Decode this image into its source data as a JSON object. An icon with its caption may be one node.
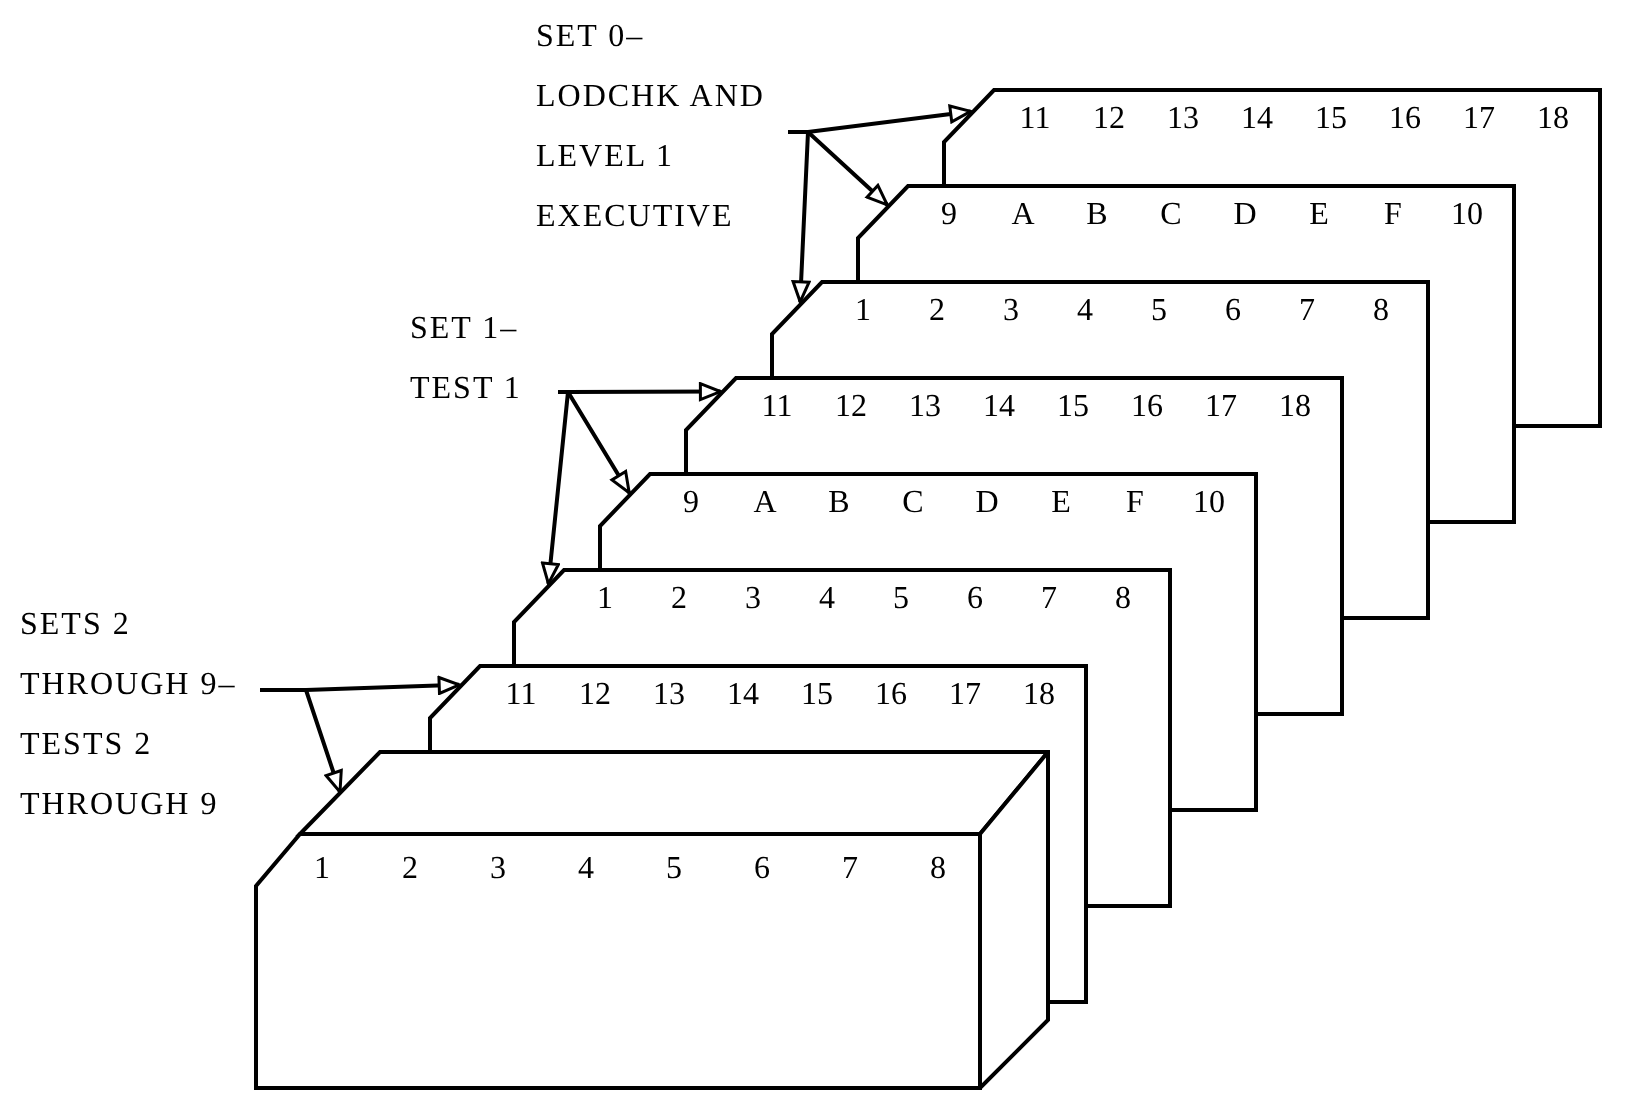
{
  "diagram": {
    "nodes": [
      {
        "text": [
          "SET 0– LODCHK AND LEVEL 1 EXECUTIVE"
        ]
      },
      {
        "text": [
          "11",
          "12",
          "13",
          "14",
          "15",
          "16",
          "17",
          "18"
        ]
      },
      {
        "text": [
          "9",
          "A",
          "B",
          "C",
          "D",
          "E",
          "F",
          "10"
        ]
      },
      {
        "text": [
          "1",
          "2",
          "3",
          "4",
          "5",
          "6",
          "7",
          "8"
        ]
      },
      {
        "text": [
          "SET 1– TEST 1"
        ]
      },
      {
        "text": [
          "11",
          "12",
          "13",
          "14",
          "15",
          "16",
          "17",
          "18"
        ]
      },
      {
        "text": [
          "9",
          "A",
          "B",
          "C",
          "D",
          "E",
          "F",
          "10"
        ]
      },
      {
        "text": [
          "1",
          "2",
          "3",
          "4",
          "5",
          "6",
          "7",
          "8"
        ]
      },
      {
        "text": [
          "SETS 2 THROUGH 9– TESTS 2 THROUGH 9"
        ]
      },
      {
        "text": [
          "11",
          "12",
          "13",
          "14",
          "15",
          "16",
          "17",
          "18"
        ]
      },
      {
        "text": [
          "1",
          "2",
          "3",
          "4",
          "5",
          "6",
          "7",
          "8"
        ]
      }
    ],
    "edges": [
      {
        "from": 0,
        "to": 1,
        "arrow": "to"
      },
      {
        "from": 0,
        "to": 2,
        "arrow": "to"
      },
      {
        "from": 0,
        "to": 3,
        "arrow": "to"
      },
      {
        "from": 4,
        "to": 5,
        "arrow": "to"
      },
      {
        "from": 4,
        "to": 6,
        "arrow": "to"
      },
      {
        "from": 4,
        "to": 7,
        "arrow": "to"
      },
      {
        "from": 8,
        "to": 9,
        "arrow": "to"
      },
      {
        "from": 8,
        "to": 10,
        "arrow": "to"
      }
    ]
  }
}
